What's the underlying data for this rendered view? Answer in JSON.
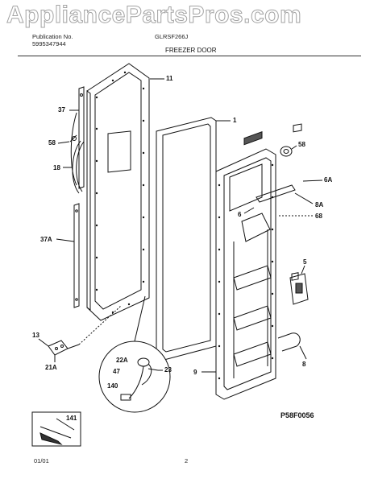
{
  "watermark": "AppliancePartsPros.com",
  "header": {
    "publication_label": "Publication No.",
    "publication_number": "5995347944",
    "model": "GLRSF266J",
    "section_title": "FREEZER DOOR"
  },
  "callouts": [
    "11",
    "1",
    "37",
    "58",
    "58",
    "18",
    "6A",
    "8A",
    "6",
    "68",
    "37A",
    "5",
    "13",
    "22A",
    "23",
    "47",
    "140",
    "21A",
    "9",
    "8",
    "141"
  ],
  "diagram_code": "P58F0056",
  "footer": {
    "date": "01/01",
    "page": "2"
  }
}
